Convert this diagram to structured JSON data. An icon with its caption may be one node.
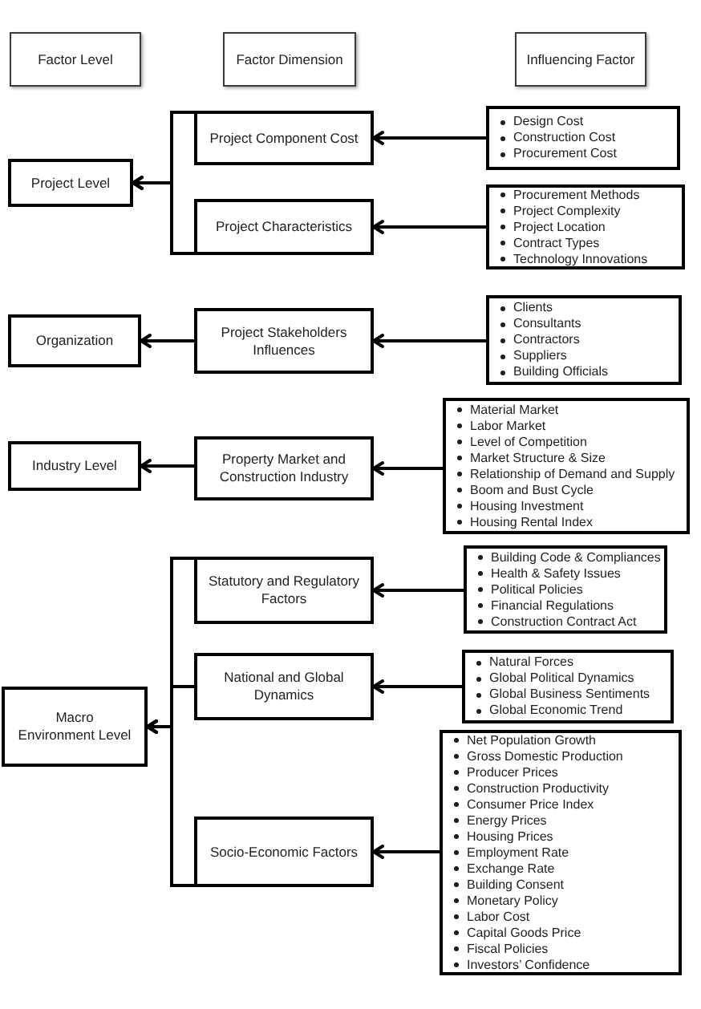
{
  "diagram": {
    "nodes": [
      {
        "text": [
          "Factor Level"
        ]
      },
      {
        "text": [
          "Factor Dimension"
        ]
      },
      {
        "text": [
          "Influencing Factor"
        ]
      },
      {
        "text": [
          "Project Level"
        ]
      },
      {
        "text": [
          "Project Component Cost"
        ]
      },
      {
        "text": [
          "Design Cost",
          "Construction Cost",
          "Procurement Cost"
        ]
      },
      {
        "text": [
          "Project Characteristics"
        ]
      },
      {
        "text": [
          "Procurement Methods",
          "Project Complexity",
          "Project Location",
          "Contract Types",
          "Technology Innovations"
        ]
      },
      {
        "text": [
          "Organization"
        ]
      },
      {
        "text": [
          "Project Stakeholders Influences"
        ]
      },
      {
        "text": [
          "Clients",
          "Consultants",
          "Contractors",
          "Suppliers",
          "Building Officials"
        ]
      },
      {
        "text": [
          "Industry Level"
        ]
      },
      {
        "text": [
          "Property Market and Construction Industry"
        ]
      },
      {
        "text": [
          "Material Market",
          "Labor Market",
          "Level of Competition",
          "Market Structure & Size",
          "Relationship of Demand and Supply",
          "Boom and Bust Cycle",
          "Housing Investment",
          "Housing Rental Index"
        ]
      },
      {
        "text": [
          "Macro Environment Level"
        ]
      },
      {
        "text": [
          "Statutory and Regulatory Factors"
        ]
      },
      {
        "text": [
          "Building Code & Compliances",
          "Health & Safety Issues",
          "Political Policies",
          "Financial Regulations",
          "Construction Contract Act"
        ]
      },
      {
        "text": [
          "National and Global Dynamics"
        ]
      },
      {
        "text": [
          "Natural Forces",
          "Global Political Dynamics",
          "Global Business Sentiments",
          "Global Economic Trend"
        ]
      },
      {
        "text": [
          "Socio-Economic Factors"
        ]
      },
      {
        "text": [
          "Net Population Growth",
          "Gross Domestic Production",
          "Producer Prices",
          "Construction Productivity",
          "Consumer Price Index",
          "Energy Prices",
          "Housing Prices",
          "Employment Rate",
          "Exchange Rate",
          "Building Consent",
          "Monetary Policy",
          "Labor Cost",
          "Capital Goods Price",
          "Fiscal Policies",
          "Investors’ Confidence"
        ]
      }
    ],
    "edges": [
      {
        "from": 5,
        "to": 4,
        "arrow": "to"
      },
      {
        "from": 4,
        "to": 3,
        "arrow": "to"
      },
      {
        "from": 7,
        "to": 6,
        "arrow": "to"
      },
      {
        "from": 6,
        "to": 3,
        "arrow": "to"
      },
      {
        "from": 10,
        "to": 9,
        "arrow": "to"
      },
      {
        "from": 9,
        "to": 8,
        "arrow": "to"
      },
      {
        "from": 13,
        "to": 12,
        "arrow": "to"
      },
      {
        "from": 12,
        "to": 11,
        "arrow": "to"
      },
      {
        "from": 16,
        "to": 15,
        "arrow": "to"
      },
      {
        "from": 15,
        "to": 14,
        "arrow": "to"
      },
      {
        "from": 18,
        "to": 17,
        "arrow": "to"
      },
      {
        "from": 17,
        "to": 14,
        "arrow": "to"
      },
      {
        "from": 20,
        "to": 19,
        "arrow": "to"
      },
      {
        "from": 19,
        "to": 14,
        "arrow": "to"
      }
    ]
  }
}
